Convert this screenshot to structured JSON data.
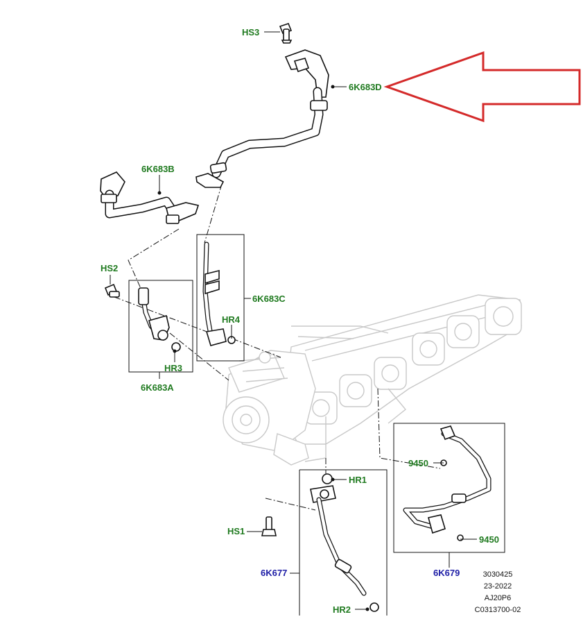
{
  "callouts": {
    "hs3": "HS3",
    "p6k683d": "6K683D",
    "p6k683b": "6K683B",
    "hs2": "HS2",
    "p6k683c": "6K683C",
    "hr4": "HR4",
    "hr3": "HR3",
    "p6k683a": "6K683A",
    "p9450_top": "9450",
    "hr1": "HR1",
    "hs1": "HS1",
    "p9450_bottom": "9450",
    "p6k677": "6K677",
    "p6k679": "6K679",
    "hr2": "HR2"
  },
  "reference": {
    "line1": "3030425",
    "line2": "23-2022",
    "line3": "AJ20P6",
    "line4": "C0313700-02"
  },
  "colors": {
    "callout_green": "#1f7a1f",
    "callout_blue": "#1e1ea6",
    "highlight_arrow": "#d42a2a",
    "ghost_engine": "#c8c8c8"
  },
  "highlight": {
    "target": "6K683D",
    "shape": "arrow-outline-pointing-left"
  }
}
